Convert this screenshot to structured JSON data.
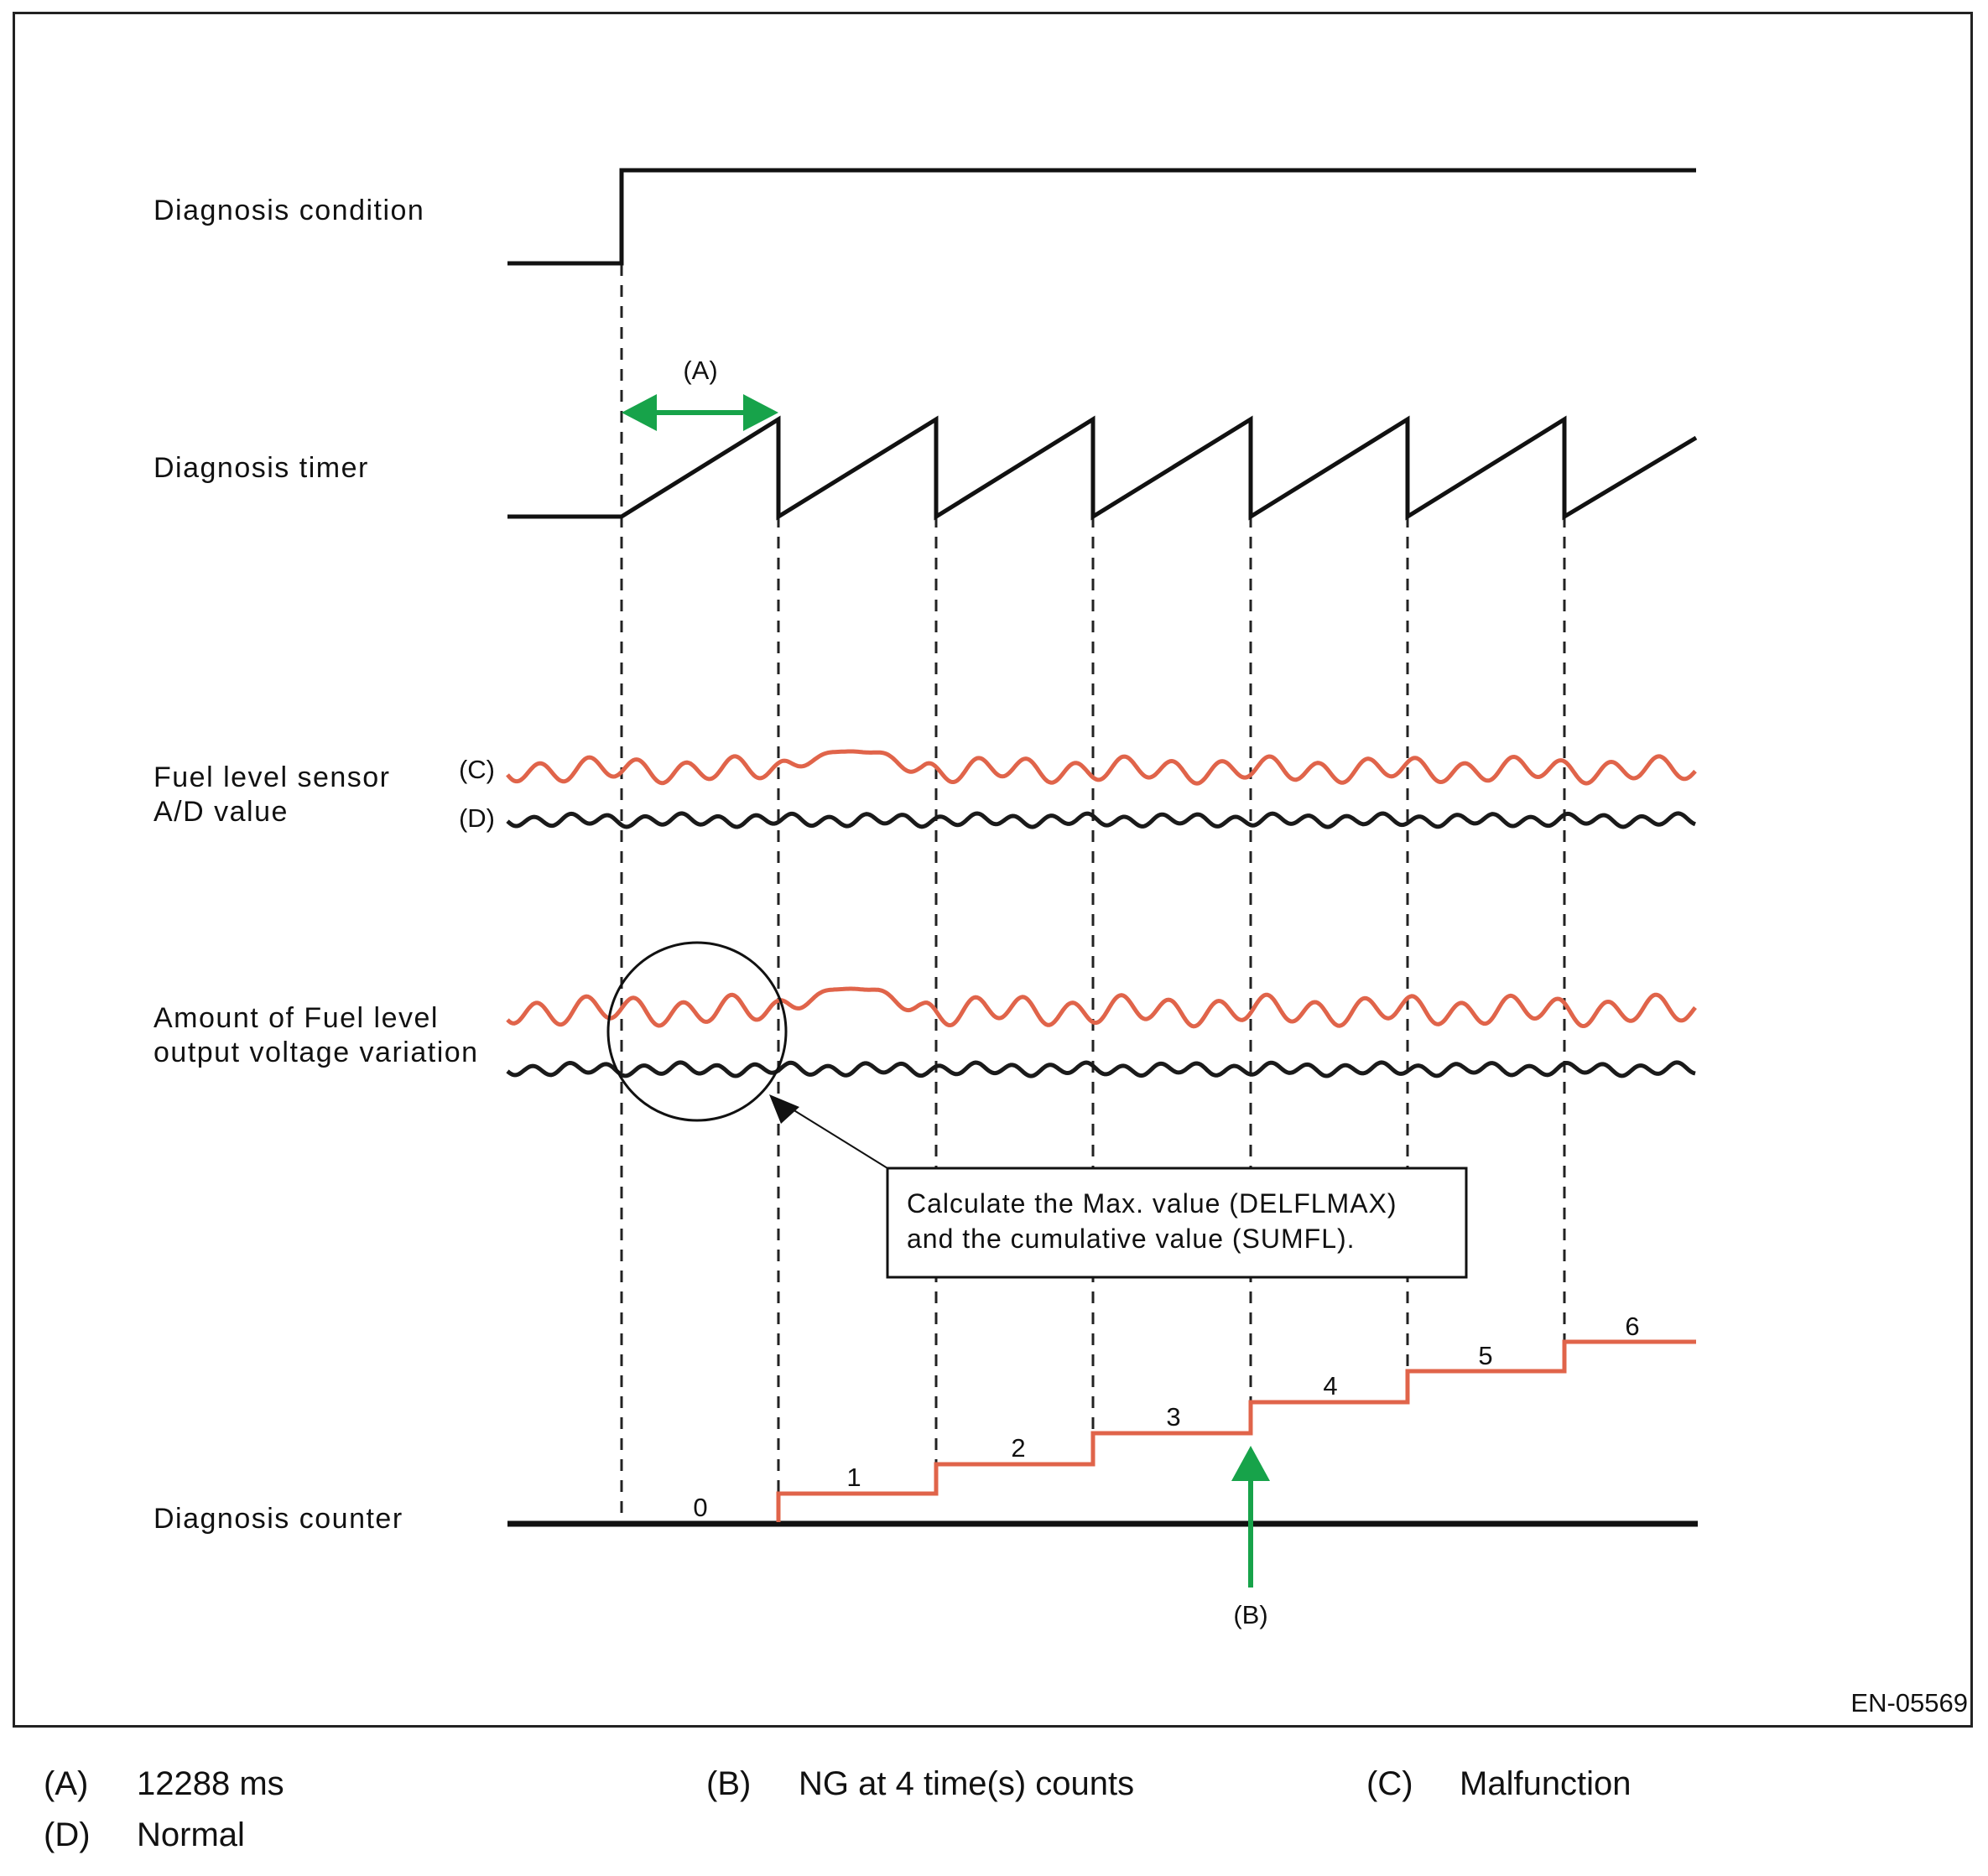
{
  "signals": {
    "diagnosis_condition": "Diagnosis condition",
    "diagnosis_timer": "Diagnosis timer",
    "fuel_level_sensor": [
      "Fuel level sensor",
      "A/D value"
    ],
    "fuel_voltage_variation": [
      "Amount of Fuel level",
      "output voltage variation"
    ],
    "diagnosis_counter": "Diagnosis counter"
  },
  "markers": {
    "a": "(A)",
    "b": "(B)",
    "c": "(C)",
    "d": "(D)"
  },
  "counter_values": [
    "0",
    "1",
    "2",
    "3",
    "4",
    "5",
    "6"
  ],
  "callout": [
    "Calculate the Max. value (DELFLMAX)",
    "and the cumulative value (SUMFL)."
  ],
  "figure_code": "EN-05569",
  "legend": [
    {
      "key": "(A)",
      "text": "12288 ms"
    },
    {
      "key": "(B)",
      "text": "NG at 4 time(s) counts"
    },
    {
      "key": "(C)",
      "text": "Malfunction"
    },
    {
      "key": "(D)",
      "text": "Normal"
    }
  ],
  "colors": {
    "malfunction_trace": "#e0644a",
    "normal_trace": "#1a1a1a",
    "arrow": "#17a34a"
  }
}
